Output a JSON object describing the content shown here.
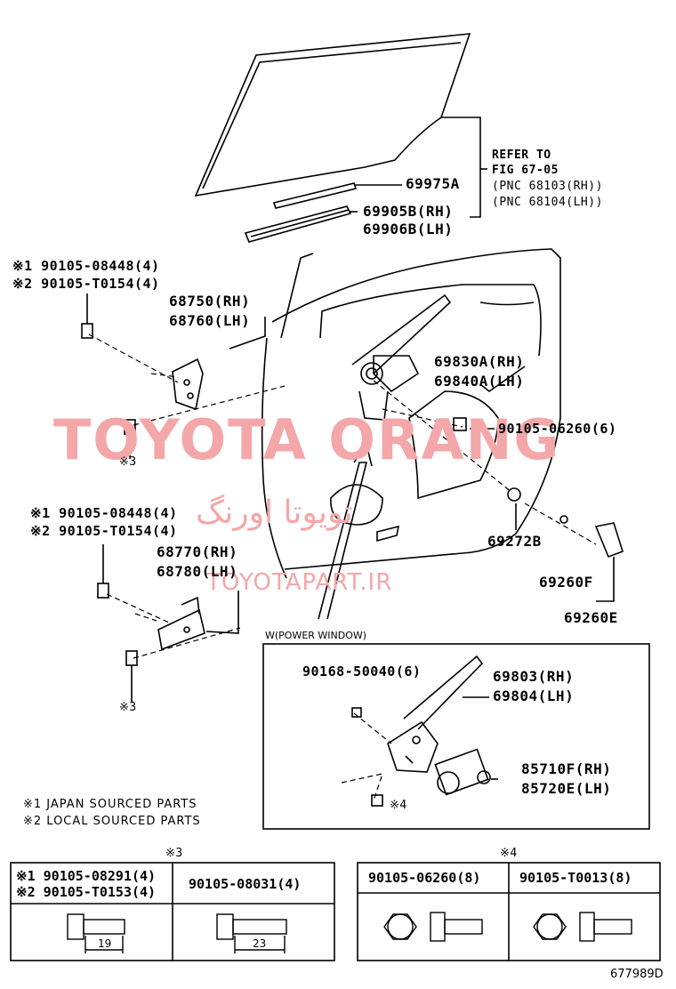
{
  "labels": {
    "refer_1": "REFER TO",
    "refer_2": "FIG 67-05",
    "refer_3": "(PNC 68103(RH))",
    "refer_4": "(PNC 68104(LH))",
    "p69975A": "69975A",
    "p69905B": "69905B(RH)",
    "p69906B": "69906B(LH)",
    "bolt1_a": "※1 90105-08448(4)",
    "bolt1_b": "※2 90105-T0154(4)",
    "p68750": "68750(RH)",
    "p68760": "68760(LH)",
    "p69830A": "69830A(RH)",
    "p69840A": "69840A(LH)",
    "p90105_06260": "90105-06260(6)",
    "note3_a": "※3",
    "bolt2_a": "※1 90105-08448(4)",
    "bolt2_b": "※2 90105-T0154(4)",
    "p68770": "68770(RH)",
    "p68780": "68780(LH)",
    "p69272B": "69272B",
    "p69260F": "69260F",
    "p69260E": "69260E",
    "note3_b": "※3",
    "power_window": "W(POWER WINDOW)",
    "p90168": "90168-50040(6)",
    "p69803": "69803(RH)",
    "p69804": "69804(LH)",
    "p85710F": "85710F(RH)",
    "p85720E": "85720E(LH)",
    "note4": "※4",
    "legend_1": "※1 JAPAN SOURCED PARTS",
    "legend_2": "※2 LOCAL SOURCED PARTS",
    "fig_code": "677989D"
  },
  "watermark": {
    "main": "TOYOTA ORANG",
    "farsi": "تویوتا اورنگ",
    "site": "TOYOTAPART.IR"
  },
  "table3": {
    "header": "※3",
    "cell1_a": "※1 90105-08291(4)",
    "cell1_b": "※2 90105-T0153(4)",
    "cell1_dim": "19",
    "cell2": "90105-08031(4)",
    "cell2_dim": "23"
  },
  "table4": {
    "header": "※4",
    "cell1": "90105-06260(8)",
    "cell2": "90105-T0013(8)"
  },
  "colors": {
    "watermark": "#f3a7a9",
    "line": "#000000"
  }
}
